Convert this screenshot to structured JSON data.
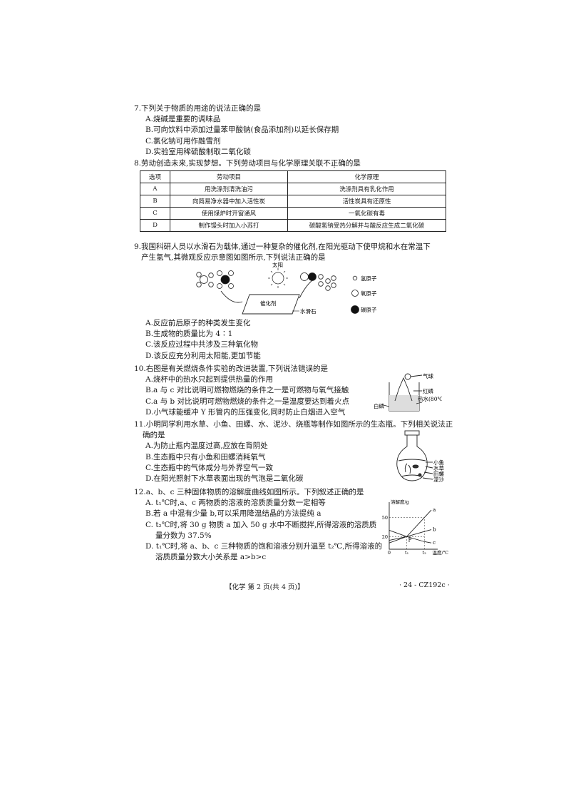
{
  "q7": {
    "stem": "7.下列关于物质的用途的说法正确的是",
    "options": [
      "A.烧碱是重要的调味品",
      "B.可向饮料中添加过量苯甲酸钠(食品添加剂)以延长保存期",
      "C.氯化钠可用作融雪剂",
      "D.实验室用稀硫酸制取二氧化碳"
    ]
  },
  "q8": {
    "stem_before": "8.劳动创造未来,实现梦想。下列劳动项目与化学原理关联",
    "stem_emph": "不正确",
    "stem_after": "的是",
    "table": {
      "headers": [
        "选项",
        "劳动项目",
        "化学原理"
      ],
      "rows": [
        [
          "A",
          "用洗涤剂清洗油污",
          "洗涤剂具有乳化作用"
        ],
        [
          "B",
          "向简易净水器中加入活性炭",
          "活性炭具有还原性"
        ],
        [
          "C",
          "使用煤炉时开窗通风",
          "一氧化碳有毒"
        ],
        [
          "D",
          "制作馒头时加入小苏打",
          "碳酸氢钠受热分解并与酸反应生成二氧化碳"
        ]
      ]
    }
  },
  "q9": {
    "stem1": "9.我国科研人员以水滑石为载体,通过一种复杂的催化剂,在阳光驱动下使甲烷和水在常温下",
    "stem2": "产生氢气,其微观反应示意图如图所示,下列说法正确的是",
    "figure": {
      "sun": "太阳",
      "catalyst": "催化剂",
      "support": "水滑石",
      "legend_h": "氢原子",
      "legend_o": "氧原子",
      "legend_c": "碳原子"
    },
    "options": [
      "A.反应前后原子的种类发生变化",
      "B.生成物的质量比为 4∶1",
      "C.该反应过程中共涉及三种氧化物",
      "D.该反应充分利用太阳能,更加节能"
    ]
  },
  "q10": {
    "stem_before": "10.右图是有关燃烧条件实验的改进装置,下列说法",
    "stem_emph": "错误",
    "stem_after": "的是",
    "options": [
      "A.烧杯中的热水只起到提供热量的作用",
      "B.a 与 c 对比说明可燃物燃烧的条件之一是可燃物与氧气接触",
      "C.a 与 b 对比说明可燃物燃烧的条件之一是温度要达到着火点",
      "D.小气球能缓冲 Y 形管内的压强变化,同时防止白烟进入空气"
    ],
    "figure": {
      "balloon": "气球",
      "red_p": "红磷",
      "white_p": "白磷",
      "hot_water": "热水(80℃)"
    }
  },
  "q11": {
    "stem1": "11.小明同学利用水草、小鱼、田螺、水、泥沙、烧瓶等制作如图所示的生态瓶。下列相关说法正",
    "stem2": "确的是",
    "options": [
      "A.为防止瓶内温度过高,应放在背阴处",
      "B.生态瓶中只有小鱼和田螺消耗氧气",
      "C.生态瓶中的气体成分与外界空气一致",
      "D.在阳光照射下水草表面出现的气泡是二氧化碳"
    ],
    "figure": {
      "fish": "小鱼",
      "weed": "水草",
      "snail": "田螺",
      "sand": "泥沙"
    }
  },
  "q12": {
    "stem": "12.a、b、c 三种固体物质的溶解度曲线如图所示。下列叙述正确的是",
    "options": [
      "A. t₁℃时,a、c 两物质的溶液的溶质质量分数一定相等",
      "B.若 a 中混有少量 b,可以采用降温结晶的方法提纯 a",
      "C. t₂℃时,将 30 g 物质 a 加入 50 g 水中不断搅拌,所得溶液的溶质质",
      "量分数为 37.5%",
      "D. t₁℃时,将 a、b、c 三种物质的饱和溶液分别升温至 t₂℃,所得溶液的",
      "溶质质量分数大小关系是 a>b>c"
    ]
  },
  "chart_data": {
    "type": "line",
    "ylabel": "溶解度/g",
    "xlabel": "温度/℃",
    "y_ticks": [
      "50",
      "20"
    ],
    "x_ticks": [
      "0",
      "t₁",
      "t₂"
    ],
    "point_label": "P",
    "series": [
      {
        "name": "a",
        "points": [
          [
            0,
            10
          ],
          [
            1,
            20
          ],
          [
            2,
            50
          ],
          [
            2.4,
            62
          ]
        ]
      },
      {
        "name": "b",
        "points": [
          [
            0,
            14
          ],
          [
            1,
            20
          ],
          [
            2,
            28
          ],
          [
            2.4,
            31
          ]
        ]
      },
      {
        "name": "c",
        "points": [
          [
            0,
            30
          ],
          [
            1,
            20
          ],
          [
            2,
            12
          ],
          [
            2.4,
            10
          ]
        ]
      }
    ],
    "xlim": [
      0,
      2.6
    ],
    "ylim": [
      0,
      70
    ]
  },
  "footer": {
    "left": "【化学 第 2 页(共 4 页)】",
    "right": "· 24 - CZ192c ·"
  }
}
